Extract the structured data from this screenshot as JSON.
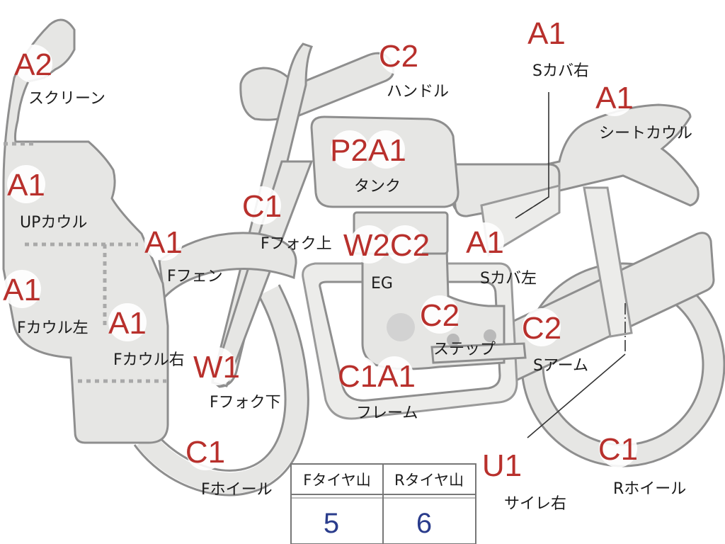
{
  "parts": [
    {
      "id": "screen",
      "code": "A2",
      "label": "スクリーン"
    },
    {
      "id": "upcowl",
      "code": "A1",
      "label": "UPカウル"
    },
    {
      "id": "fcowl_left",
      "code": "A1",
      "label": "Fカウル左"
    },
    {
      "id": "fcowl_right",
      "code": "A1",
      "label": "Fカウル右"
    },
    {
      "id": "ffender",
      "code": "A1",
      "label": "Fフェン"
    },
    {
      "id": "ffork_upper",
      "code": "C1",
      "label": "Fフォク上"
    },
    {
      "id": "ffork_lower",
      "code": "W1",
      "label": "Fフォク下"
    },
    {
      "id": "fwheel",
      "code": "C1",
      "label": "Fホイール"
    },
    {
      "id": "handle",
      "code": "C2",
      "label": "ハンドル"
    },
    {
      "id": "tank",
      "code": "P2A1",
      "label": "タンク"
    },
    {
      "id": "eg",
      "code": "W2C2",
      "label": "EG"
    },
    {
      "id": "step",
      "code": "C2",
      "label": "ステップ"
    },
    {
      "id": "frame",
      "code": "C1A1",
      "label": "フレーム"
    },
    {
      "id": "scover_right",
      "code": "A1",
      "label": "Sカバ右"
    },
    {
      "id": "seatcowl",
      "code": "A1",
      "label": "シートカウル"
    },
    {
      "id": "scover_left",
      "code": "A1",
      "label": "Sカバ左"
    },
    {
      "id": "sarm",
      "code": "C2",
      "label": "Sアーム"
    },
    {
      "id": "silencer_right",
      "code": "U1",
      "label": "サイレ右"
    },
    {
      "id": "rwheel",
      "code": "C1",
      "label": "Rホイール"
    }
  ],
  "tire_table": {
    "front_label": "Fタイヤ山",
    "rear_label": "Rタイヤ山",
    "front_value": "5",
    "rear_value": "6"
  },
  "colors": {
    "code": "#b8302c",
    "value": "#2a3c8c",
    "part_fill": "#e6e6e4",
    "part_stroke": "#8e8e8e"
  }
}
